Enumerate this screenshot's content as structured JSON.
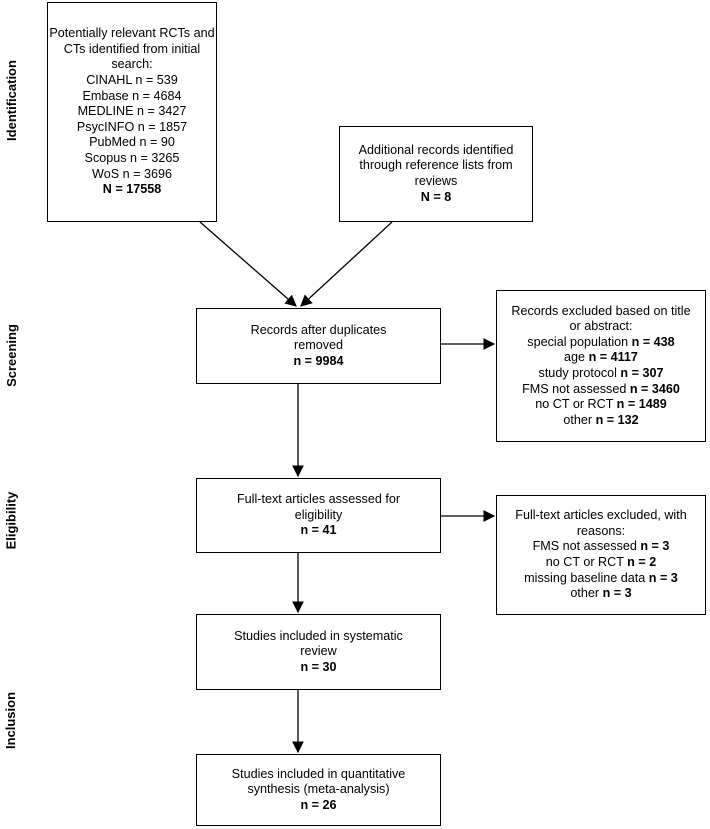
{
  "stages": {
    "identification": "Identification",
    "screening": "Screening",
    "eligibility": "Eligibility",
    "inclusion": "Inclusion"
  },
  "search": {
    "lines": [
      "Potentially relevant RCTs and",
      "CTs identified from initial",
      "search:",
      "CINAHL n = 539",
      "Embase n = 4684",
      "MEDLINE n = 3427",
      "PsycINFO n = 1857",
      "PubMed n = 90",
      "Scopus n = 3265",
      "WoS n = 3696"
    ],
    "total": "N = 17558"
  },
  "additional": {
    "lines": [
      "Additional records identified",
      "through reference lists from",
      "reviews"
    ],
    "total": "N = 8"
  },
  "duplicates": {
    "lines": [
      "Records after duplicates",
      "removed"
    ],
    "total": "n = 9984"
  },
  "excluded_title": {
    "lines": [
      "Records excluded based on title",
      "or abstract:"
    ],
    "items": [
      {
        "label": "special population ",
        "count": "n = 438"
      },
      {
        "label": "age ",
        "count": "n = 4117"
      },
      {
        "label": "study protocol ",
        "count": "n = 307"
      },
      {
        "label": "FMS not assessed ",
        "count": "n = 3460"
      },
      {
        "label": "no CT or RCT ",
        "count": "n = 1489"
      },
      {
        "label": "other ",
        "count": "n = 132"
      }
    ]
  },
  "fulltext": {
    "lines": [
      "Full-text articles assessed for",
      "eligibility"
    ],
    "total": "n = 41"
  },
  "excluded_fulltext": {
    "lines": [
      "Full-text articles excluded, with",
      "reasons:"
    ],
    "items": [
      {
        "label": "FMS not assessed ",
        "count": "n = 3"
      },
      {
        "label": "no CT or RCT ",
        "count": "n = 2"
      },
      {
        "label": "missing baseline data ",
        "count": "n = 3"
      },
      {
        "label": "other ",
        "count": "n = 3"
      }
    ]
  },
  "systematic": {
    "lines": [
      "Studies included in systematic",
      "review"
    ],
    "total": "n = 30"
  },
  "meta": {
    "lines": [
      "Studies included in quantitative",
      "synthesis (meta-analysis)"
    ],
    "total": "n = 26"
  }
}
